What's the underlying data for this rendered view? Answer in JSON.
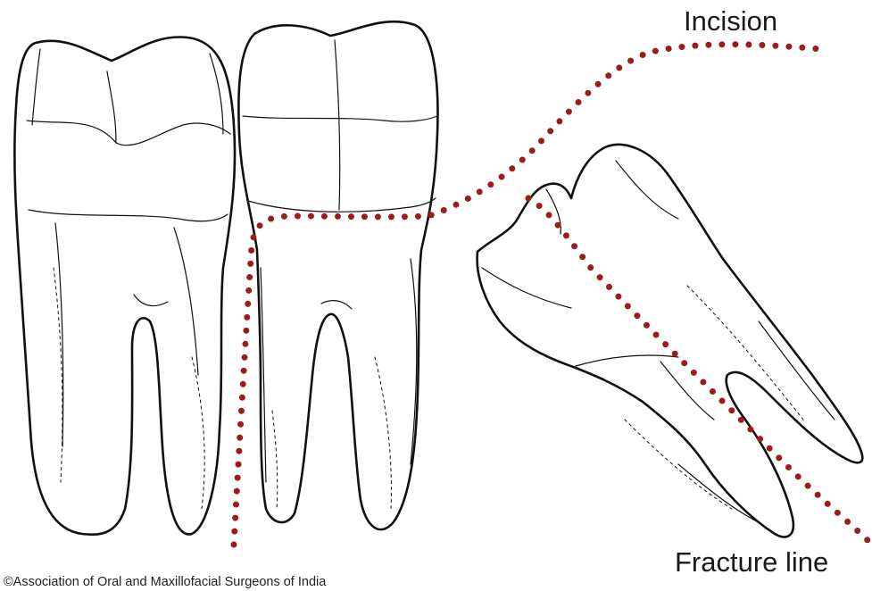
{
  "labels": {
    "incision": "Incision",
    "fracture_line": "Fracture line"
  },
  "copyright": "©Association of Oral and Maxillofacial Surgeons of India",
  "colors": {
    "outline": "#111111",
    "dotted_line": "#9b1c1c",
    "background": "#ffffff"
  }
}
